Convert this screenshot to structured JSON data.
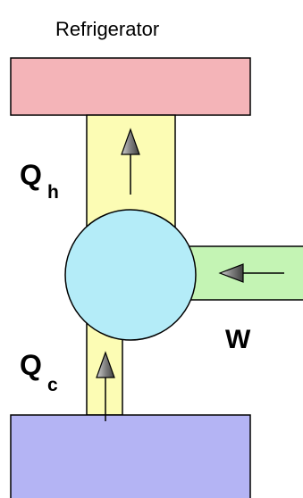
{
  "title": "Refrigerator",
  "heat_hot": {
    "symbol": "Q",
    "subscript": "h"
  },
  "heat_cold": {
    "symbol": "Q",
    "subscript": "c"
  },
  "work": {
    "symbol": "W"
  },
  "colors": {
    "hot_reservoir": "#f4b4b8",
    "cold_reservoir": "#b4b4f4",
    "heat_channel": "#fcfcb4",
    "work_channel": "#c4f4b4",
    "engine": "#b4ecf8",
    "outline": "#000000",
    "arrow_fill": "#808080"
  }
}
